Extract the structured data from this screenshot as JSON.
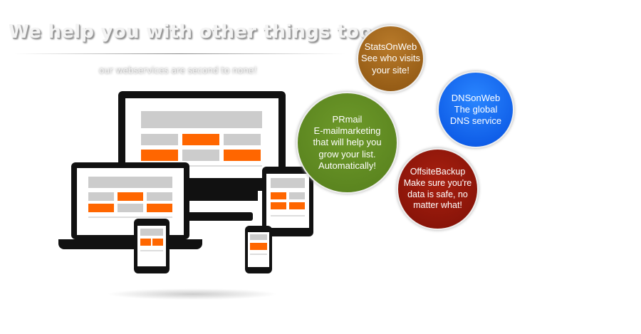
{
  "header": {
    "title": "We help you with other things too",
    "subtitle": "our webservices are second to none!"
  },
  "services": [
    {
      "name": "StatsOnWeb",
      "lines": [
        "See who visits",
        "your site!"
      ],
      "color": "#a8661a"
    },
    {
      "name": "DNSonWeb",
      "lines": [
        "The global",
        "DNS service"
      ],
      "color": "#0a5cf0"
    },
    {
      "name": "PRmail",
      "lines": [
        "E-mailmarketing",
        "that will help you",
        "grow your list.",
        "Automatically!"
      ],
      "color": "#5f8c22"
    },
    {
      "name": "OffsiteBackup",
      "lines": [
        "Make sure you're",
        "data is safe, no",
        "matter what!"
      ],
      "color": "#9a1608"
    }
  ]
}
